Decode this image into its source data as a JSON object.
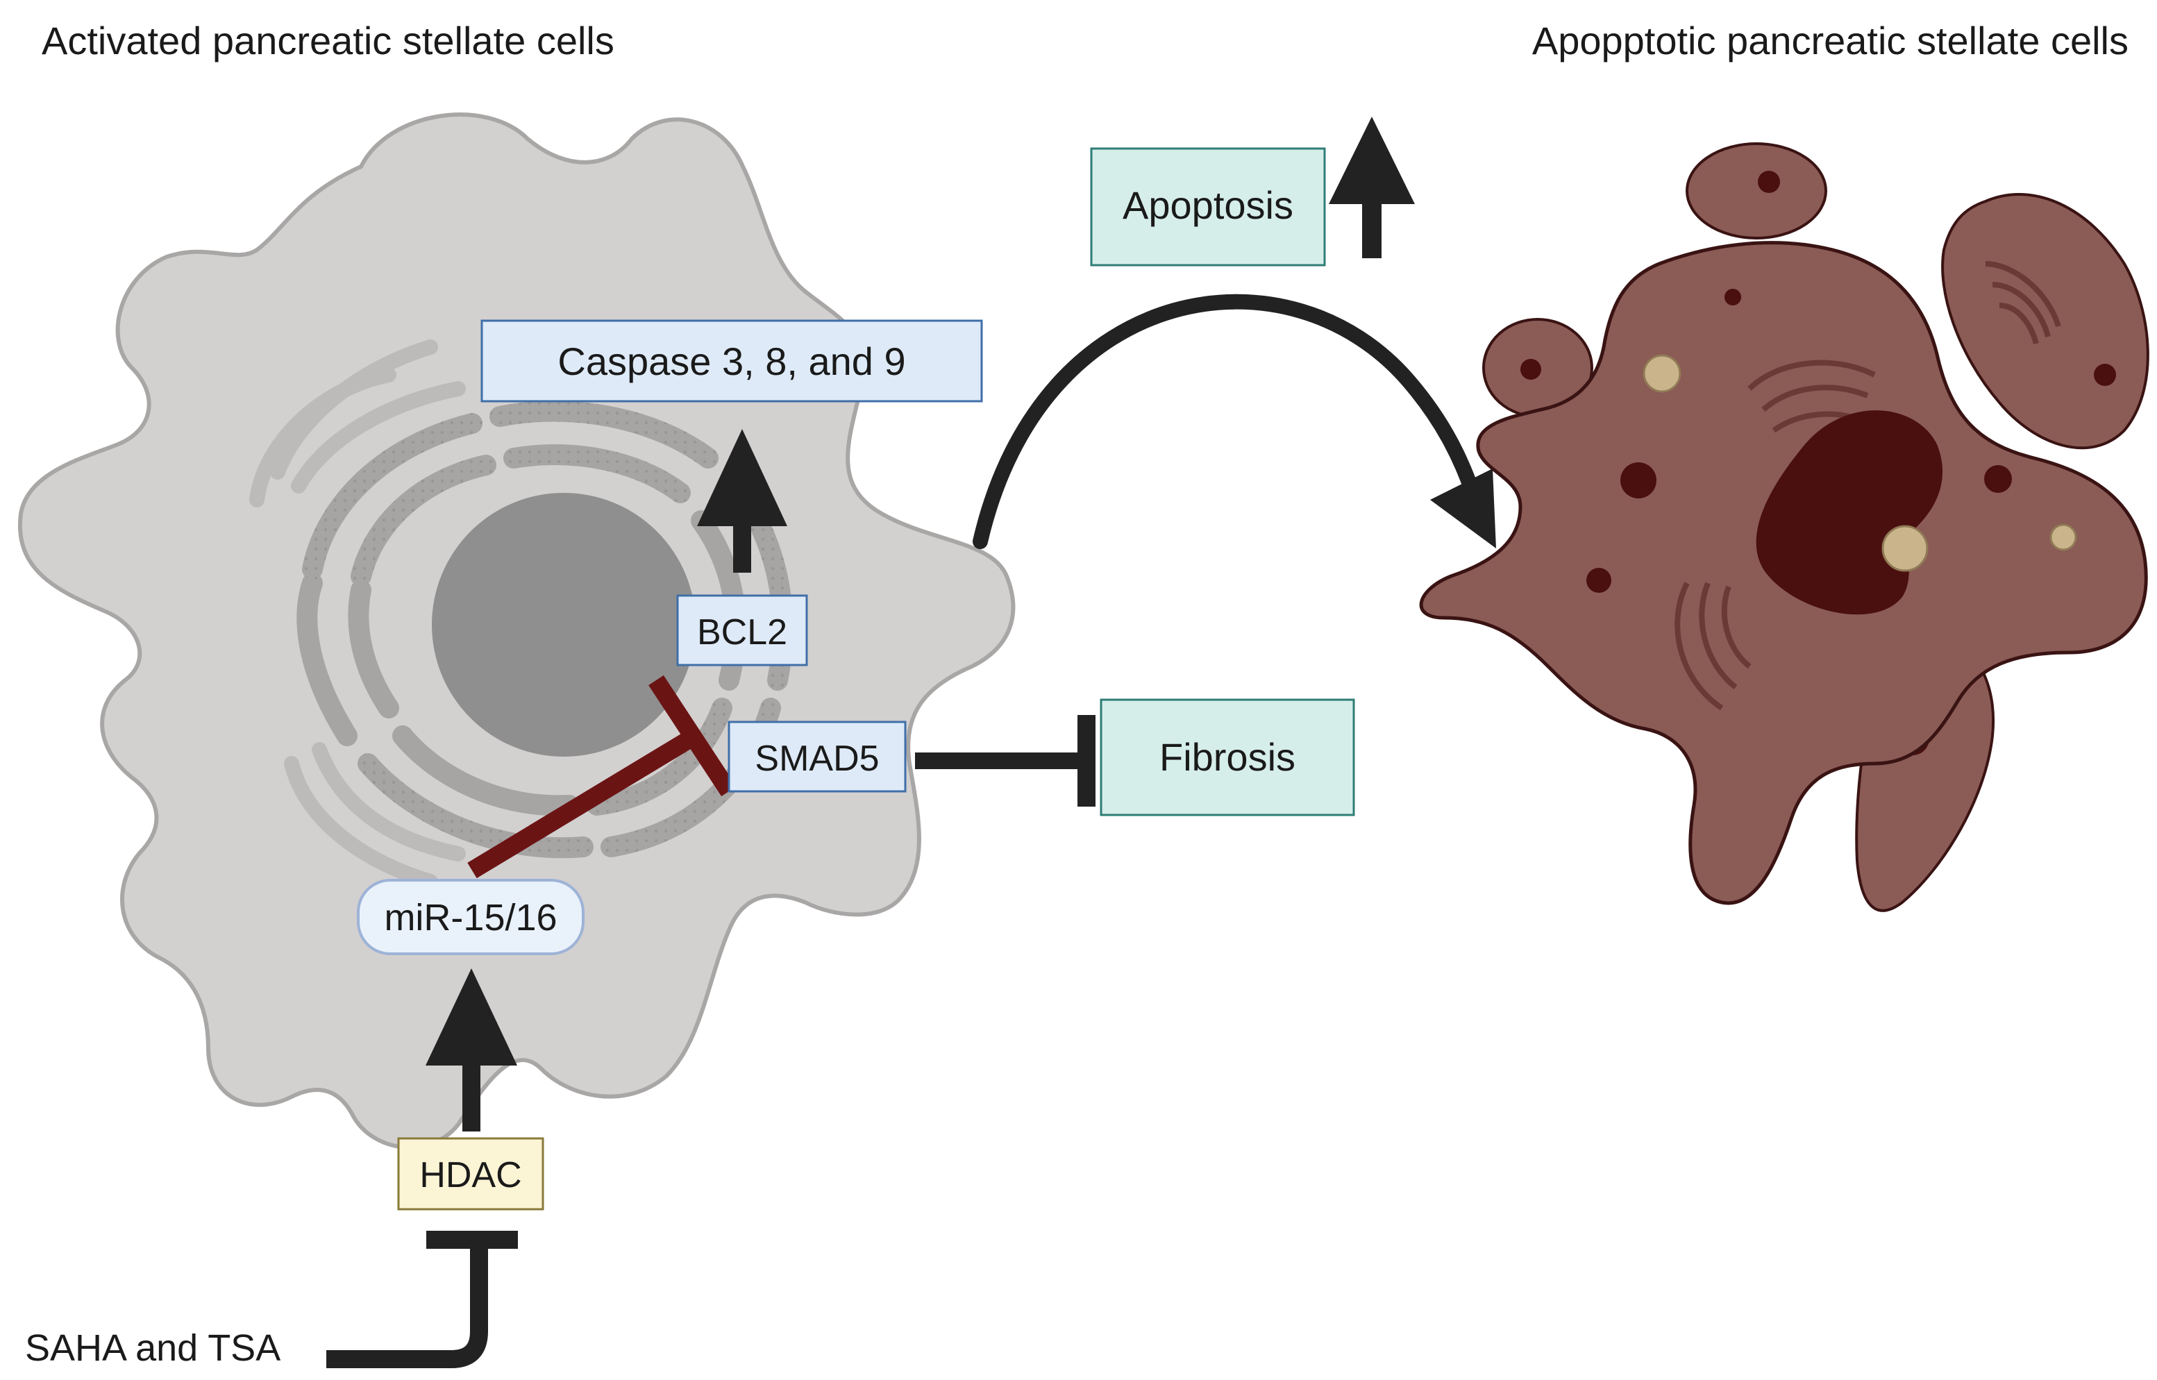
{
  "headings": {
    "left": "Activated pancreatic stellate cells",
    "right": "Apopptotic pancreatic stellate cells"
  },
  "nodes": {
    "caspase": "Caspase 3, 8, and 9",
    "bcl2": "BCL2",
    "smad5": "SMAD5",
    "mirna": "miR-15/16",
    "hdac": "HDAC",
    "saha_tsa": "SAHA and TSA",
    "apoptosis": "Apoptosis",
    "fibrosis": "Fibrosis"
  },
  "colors": {
    "cell_fill": "#d3d0d0",
    "cell_stroke": "#a9a6a6",
    "nucleus": "#8f8f8f",
    "er_fill": "#c2bfbf",
    "blue_box_fill": "#deeaf7",
    "blue_box_stroke": "#3f6fa8",
    "mirna_fill": "#e9f1fb",
    "mirna_stroke": "#9db3d6",
    "hdac_fill": "#fbf4d5",
    "hdac_stroke": "#8a7a3a",
    "teal_fill": "#d6eeea",
    "teal_stroke": "#2f7d74",
    "inhibit_red": "#6b1414",
    "arrow_black": "#222222",
    "apoptotic_fill": "#8b5b56",
    "apoptotic_stroke": "#3a1313",
    "apoptotic_nucleus": "#4a0f0f",
    "vesicle": "#c9b48c"
  }
}
